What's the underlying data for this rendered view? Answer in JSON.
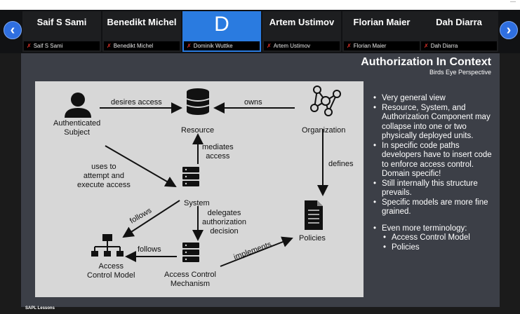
{
  "participants": [
    {
      "name": "Saif S Sami",
      "caption": "Saif S Sami"
    },
    {
      "name": "Benedikt Michel",
      "caption": "Benedikt Michel"
    },
    {
      "name": "",
      "avatar_letter": "D",
      "caption": "Dominik Wuttke"
    },
    {
      "name": "Artem Ustimov",
      "caption": "Artem Ustimov"
    },
    {
      "name": "Florian Maier",
      "caption": "Florian Maier"
    },
    {
      "name": "Dah Diarra",
      "caption": "Dah Diarra"
    }
  ],
  "nav": {
    "prev_icon": "chevron-left-icon",
    "next_icon": "chevron-right-icon",
    "prev_glyph": "‹",
    "next_glyph": "›"
  },
  "slide": {
    "title": "Authorization In Context",
    "subtitle": "Birds Eye Perspective",
    "diagram": {
      "nodes": {
        "subject": "Authenticated\nSubject",
        "resource": "Resource",
        "organization": "Organization",
        "system": "System",
        "policies": "Policies",
        "acm": "Access\nControl Model",
        "mechanism": "Access Control\nMechanism"
      },
      "edges": {
        "desires_access": "desires access",
        "owns": "owns",
        "mediates_access": "mediates\naccess",
        "uses_to": "uses to\nattempt and\nexecute access",
        "defines": "defines",
        "follows_system": "follows",
        "delegates": "delegates\nauthorization\ndecision",
        "follows_mech": "follows",
        "implements": "implements"
      }
    },
    "bullets": [
      "Very general view",
      "Resource, System, and Authorization Component may collapse into one or two physically deployed units.",
      "In specific code paths developers have to insert code to enforce access control. Domain specific!",
      "Still internally this structure prevails.",
      "Specific models are more fine grained."
    ],
    "bullet2": "Even more terminology:",
    "sub_bullets": [
      "Access Control Model",
      "Policies"
    ],
    "bullet_char": "•"
  },
  "footer": "SAPL Lessons",
  "colors": {
    "accent": "#2a7be0",
    "mic_muted": "#e0322a",
    "slide_bg": "#3c3f47",
    "diagram_bg": "#d7d7d7"
  }
}
